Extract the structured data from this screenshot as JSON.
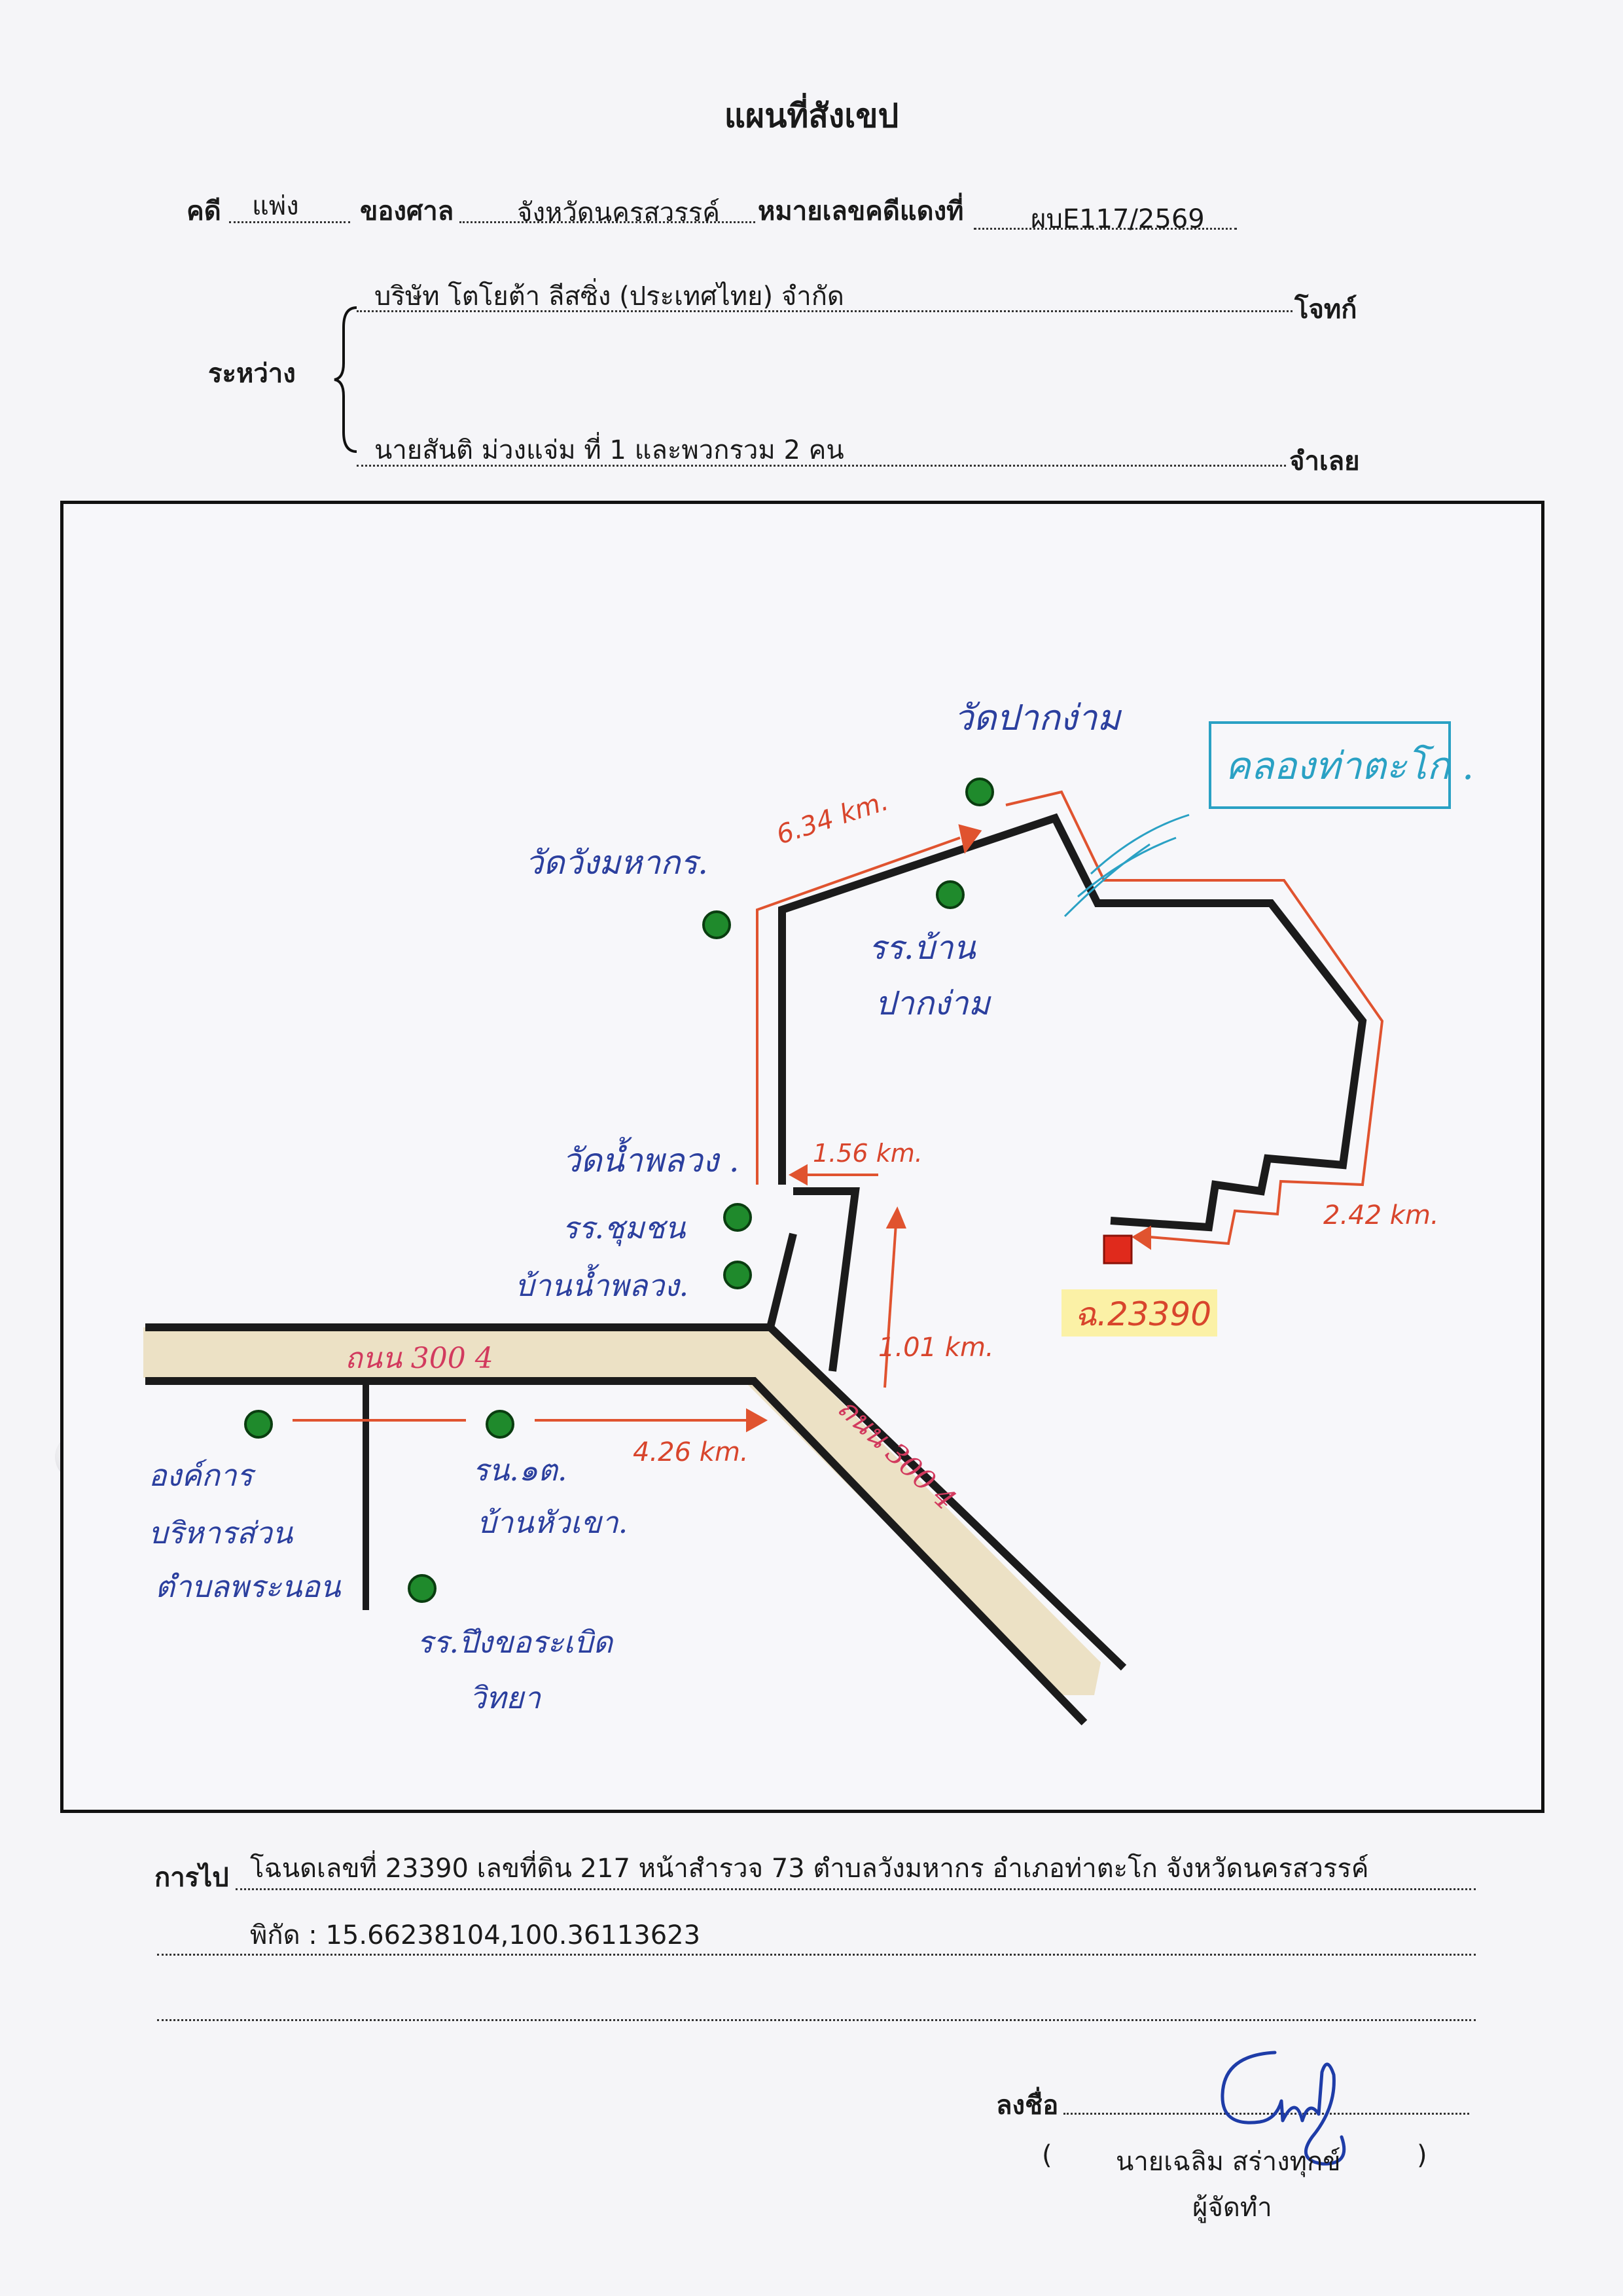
{
  "header": {
    "title": "แผนที่สังเขป"
  },
  "case": {
    "case_label": "คดี",
    "case_type": "แพ่ง",
    "court_label": "ของศาล",
    "court": "จังหวัดนครสวรรค์",
    "number_label": "หมายเลขคดีแดงที่",
    "number": "ผบE117/2569"
  },
  "parties": {
    "between_label": "ระหว่าง",
    "plaintiff": "บริษัท โตโยต้า ลีสซิ่ง (ประเทศไทย) จำกัด",
    "plaintiff_label": "โจทก์",
    "defendant": "นายสันติ ม่วงแจ่ม ที่ 1 และพวกรวม 2 คน",
    "defendant_label": "จำเลย"
  },
  "map": {
    "landmarks": {
      "wat_pak_ngam": "วัดปากง่าม",
      "khlong": "คลองท่าตะโก .",
      "wat_wang_mahakon": "วัดวังมหากร.",
      "school_ban_pak_ngam_1": "รร.บ้าน",
      "school_ban_pak_ngam_2": "ปากง่าม",
      "wat_nam_phlang": "วัดน้ำพลวง .",
      "school_chumchon_1": "รร.ชุมชน",
      "school_chumchon_2": "บ้านน้ำพลวง.",
      "org_1": "องค์การ",
      "org_2": "บริหารส่วน",
      "org_3": "ตำบลพระนอน",
      "school_hua_khao_1": "รน.๑ต.",
      "school_hua_khao_2": "บ้านหัวเขา.",
      "school_pueng_1": "รร.ปึงขอระเบิด",
      "school_pueng_2": "วิทยา",
      "road_1": "ถนน 300 4",
      "road_2": "ถนน 300 4",
      "parcel": "ฉ.23390"
    },
    "distances": {
      "d1": "6.34 km.",
      "d2": "1.56 km.",
      "d3": "2.42 km.",
      "d4": "1.01 km.",
      "d5": "4.26 km."
    }
  },
  "footer": {
    "route_label": "การไป",
    "route_line1": "โฉนดเลขที่ 23390 เลขที่ดิน 217 หน้าสำรวจ 73 ตำบลวังมหากร อำเภอท่าตะโก จังหวัดนครสวรรค์",
    "route_line2": "พิกัด : 15.66238104,100.36113623",
    "sign_label": "ลงชื่อ",
    "open_paren": "(",
    "signer": "นายเฉลิม  สร่างทุกข์",
    "close_paren": ")",
    "role": "ผู้จัดทำ"
  },
  "colors": {
    "road": "#1b1b1b",
    "road_fill": "#ece1c5",
    "route": "#e0532f",
    "landmark_dot": "#1f8a2c",
    "parcel_marker": "#e02a1c",
    "parcel_label_bg": "#fbf1a6",
    "ink_blue": "#2b3f9e"
  }
}
